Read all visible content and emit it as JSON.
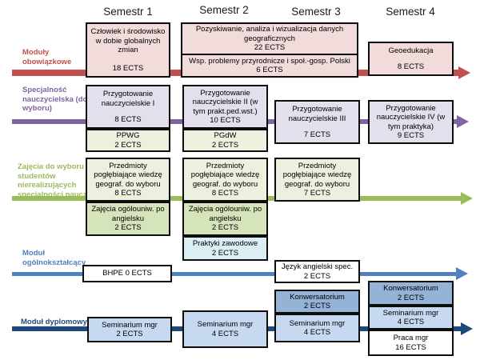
{
  "header": {
    "columns": [
      "Semestr 1",
      "Semestr 2",
      "Semestr 3",
      "Semestr 4"
    ]
  },
  "modules": {
    "obowiazkowe": {
      "label": "Moduły obowiązkowe",
      "color": "#C0504D"
    },
    "specjalnosc": {
      "label": "Specjalność nauczycielska (do wyboru)",
      "color": "#8064A2"
    },
    "zajecia": {
      "label": "Zajęcia do wyboru dla studentów nierealizujących specjalności naucz.",
      "color": "#9BBB59"
    },
    "ogolnoksztalcacy": {
      "label": "Moduł ogólnokształcący",
      "color": "#4F81BD"
    },
    "dyplomowy": {
      "label": "Moduł dyplomowy",
      "color": "#1F497D"
    }
  },
  "boxes": {
    "czlowiek": {
      "title": "Człowiek i środowisko w dobie globalnych zmian",
      "ects": "18 ECTS"
    },
    "pozyskiwanie": {
      "title": "Pozyskiwanie, analiza i wizualizacja danych geograficznych",
      "ects": "22 ECTS"
    },
    "wsp": {
      "title": "Wsp. problemy przyrodnicze i społ.-gosp. Polski",
      "ects": "6 ECTS"
    },
    "geoedukacja": {
      "title": "Geoedukacja",
      "ects": "8 ECTS"
    },
    "przyg1": {
      "title": "Przygotowanie nauczycielskie I",
      "ects": "8 ECTS"
    },
    "ppwg": {
      "title": "PPWG",
      "ects": "2 ECTS"
    },
    "przyg2": {
      "title": "Przygotowanie nauczycielskie II (w tym prakt.ped.wst.)",
      "ects": "10 ECTS"
    },
    "pgdw": {
      "title": "PGdW",
      "ects": "2 ECTS"
    },
    "przyg3": {
      "title": "Przygotowanie nauczycielskie III",
      "ects": "7 ECTS"
    },
    "przyg4": {
      "title": "Przygotowanie nauczycielskie IV (w tym praktyka)",
      "ects": "9 ECTS"
    },
    "przedmioty1": {
      "title": "Przedmioty pogłębiające wiedzę geograf. do wyboru",
      "ects": "8 ECTS"
    },
    "zajecia1": {
      "title": "Zajęcia ogólouniw. po angielsku",
      "ects": "2 ECTS"
    },
    "przedmioty2": {
      "title": "Przedmioty pogłębiające wiedzę geograf. do wyboru",
      "ects": "8 ECTS"
    },
    "zajecia2": {
      "title": "Zajęcia ogólouniw. po angielsku",
      "ects": "2 ECTS"
    },
    "praktyki": {
      "title": "Praktyki zawodowe",
      "ects": "2 ECTS"
    },
    "przedmioty3": {
      "title": "Przedmioty pogłębiające wiedzę geograf. do wyboru",
      "ects": "7 ECTS"
    },
    "bhpe": {
      "title": "BHPE 0 ECTS"
    },
    "jezyk": {
      "title": "Język angielski spec.",
      "ects": "2 ECTS"
    },
    "sem1": {
      "title": "Seminarium mgr",
      "ects": "2 ECTS"
    },
    "sem2": {
      "title": "Seminarium mgr",
      "ects": "4 ECTS"
    },
    "konw3": {
      "title": "Konwersatorium",
      "ects": "2 ECTS"
    },
    "sem3": {
      "title": "Seminarium mgr",
      "ects": "4 ECTS"
    },
    "konw4": {
      "title": "Konwersatorium",
      "ects": "2 ECTS"
    },
    "sem4": {
      "title": "Seminarium mgr",
      "ects": "4 ECTS"
    },
    "praca": {
      "title": "Praca mgr",
      "ects": "16 ECTS"
    }
  },
  "colors": {
    "arrow_obowiazkowe": "#C0504D",
    "arrow_specjalnosc": "#8064A2",
    "arrow_zajecia": "#9BBB59",
    "arrow_ogolnoksztalcacy": "#4F81BD",
    "arrow_dyplomowy": "#1F497D",
    "fill_pink": "#F2DCDB",
    "fill_purple": "#E4DFEC",
    "fill_pale_green": "#EBF1DE",
    "fill_green": "#D6E4BC",
    "fill_pale_blue": "#DAEEF3",
    "fill_light_blue": "#C6D9F0",
    "fill_medium_blue": "#95B3D7",
    "box_border": "#000000"
  }
}
